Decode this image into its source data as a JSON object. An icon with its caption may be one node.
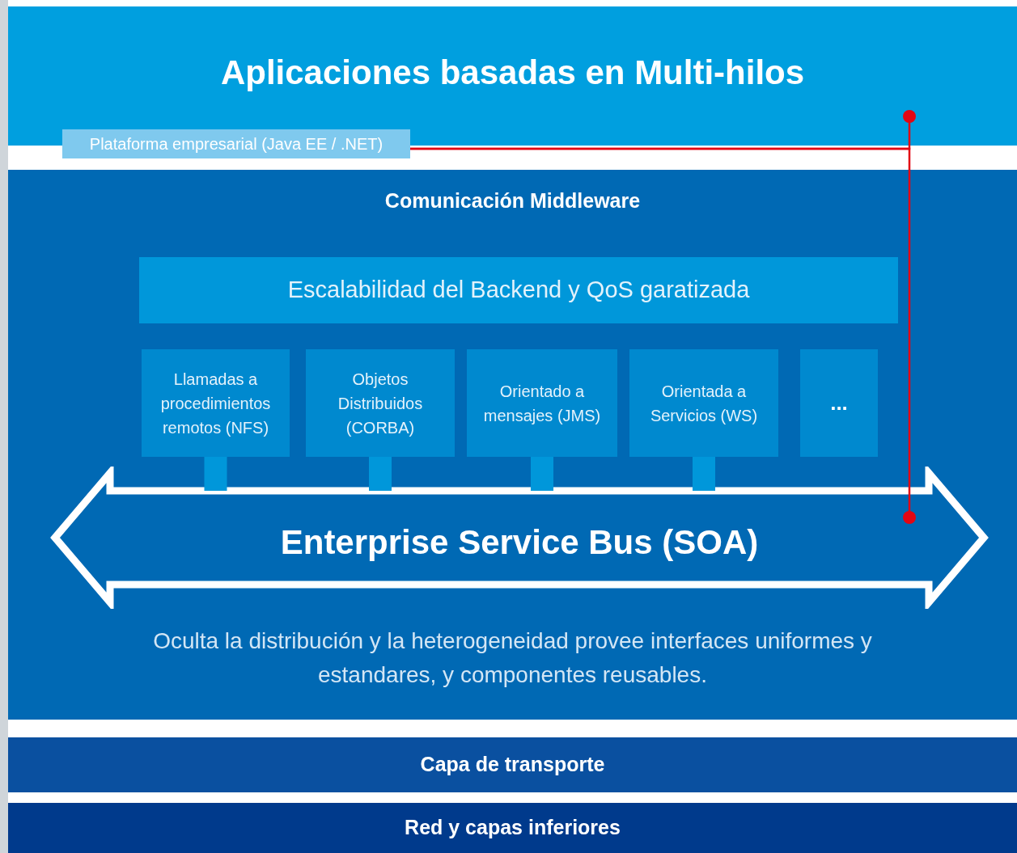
{
  "diagram": {
    "nodes": [
      {
        "text": [
          "Aplicaciones basadas en Multi-hilos"
        ]
      },
      {
        "text": [
          "Plataforma empresarial (Java EE / .NET)"
        ]
      },
      {
        "text": [
          "Comunicación Middleware",
          "Oculta la distribución y la heterogeneidad provee interfaces uniformes y estandares, y componentes reusables."
        ]
      },
      {
        "text": [
          "Escalabilidad del Backend y QoS garatizada"
        ],
        "in": 2
      },
      {
        "text": [
          "Llamadas a procedimientos remotos (NFS)"
        ],
        "in": 2
      },
      {
        "text": [
          "Objetos Distribuidos (CORBA)"
        ],
        "in": 2
      },
      {
        "text": [
          "Orientado a mensajes (JMS)"
        ],
        "in": 2
      },
      {
        "text": [
          "Orientada a Servicios (WS)"
        ],
        "in": 2
      },
      {
        "text": [
          "..."
        ],
        "in": 2
      },
      {
        "text": [
          "Enterprise Service Bus (SOA)"
        ],
        "in": 2
      },
      {
        "text": [
          "Capa de transporte"
        ]
      },
      {
        "text": [
          "Red y capas inferiores"
        ]
      }
    ],
    "edges": [
      {
        "from": 4,
        "to": 9,
        "arrow": "none"
      },
      {
        "from": 5,
        "to": 9,
        "arrow": "none"
      },
      {
        "from": 6,
        "to": 9,
        "arrow": "none"
      },
      {
        "from": 7,
        "to": 9,
        "arrow": "none"
      },
      {
        "from": 1,
        "to": 0,
        "arrow": "other",
        "color": "#e30613"
      },
      {
        "from": 1,
        "to": 9,
        "arrow": "other",
        "color": "#e30613"
      }
    ]
  }
}
